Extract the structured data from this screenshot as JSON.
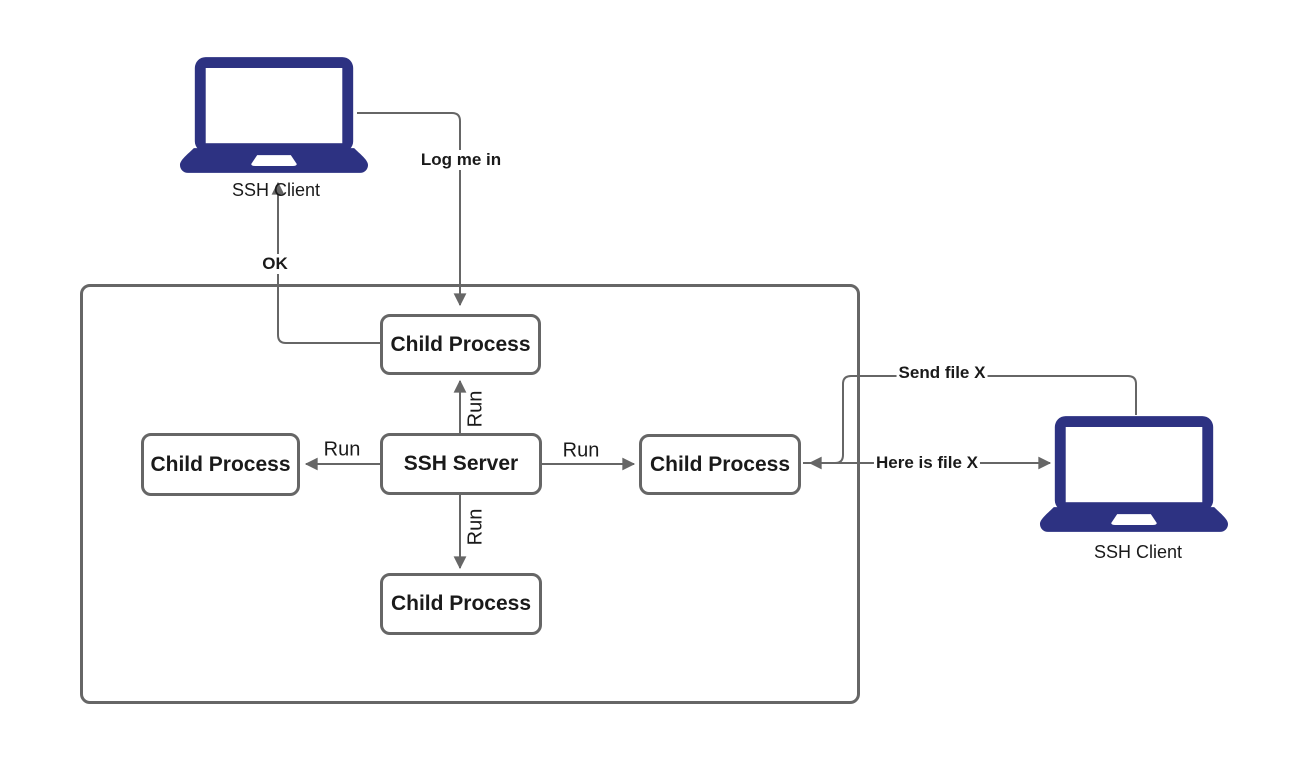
{
  "diagram": {
    "title": "SSH server with child processes",
    "nodes": {
      "top": {
        "label": "Child Process"
      },
      "left": {
        "label": "Child Process"
      },
      "center": {
        "label": "SSH Server"
      },
      "right": {
        "label": "Child Process"
      },
      "bottom": {
        "label": "Child Process"
      }
    },
    "clients": {
      "left": {
        "label": "SSH Client"
      },
      "right": {
        "label": "SSH Client"
      }
    },
    "edges": {
      "log_me_in": "Log me in",
      "ok": "OK",
      "run_top": "Run",
      "run_left": "Run",
      "run_right": "Run",
      "run_bottom": "Run",
      "send_file": "Send file X",
      "here_is_file": "Here is file X"
    },
    "icons": {
      "laptop_left": "laptop-icon",
      "laptop_right": "laptop-icon"
    },
    "colors": {
      "line": "#666666",
      "box_border": "#666666",
      "laptop": "#2d3282",
      "text": "#1a1a1a",
      "background": "#ffffff"
    }
  }
}
